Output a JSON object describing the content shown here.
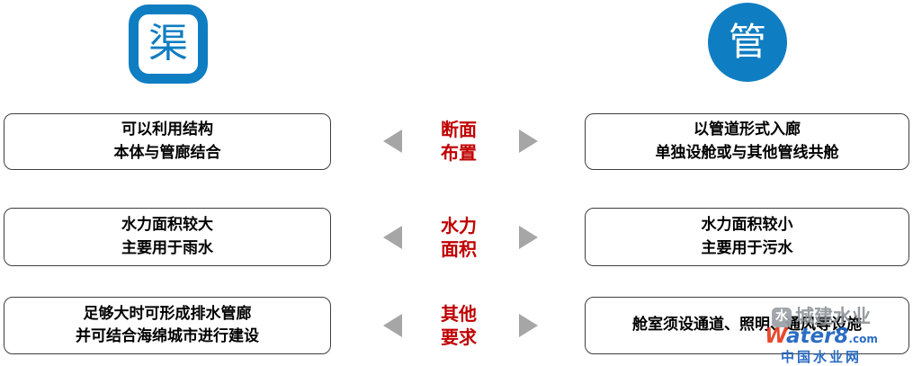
{
  "badges": {
    "channel": "渠",
    "pipe": "管"
  },
  "rows": [
    {
      "left_line1": "可以利用结构",
      "left_line2": "本体与管廊结合",
      "center_line1": "断面",
      "center_line2": "布置",
      "right_line1": "以管道形式入廊",
      "right_line2": "单独设舱或与其他管线共舱"
    },
    {
      "left_line1": "水力面积较大",
      "left_line2": "主要用于雨水",
      "center_line1": "水力",
      "center_line2": "面积",
      "right_line1": "水力面积较小",
      "right_line2": "主要用于污水"
    },
    {
      "left_line1": "足够大时可形成排水管廊",
      "left_line2": "并可结合海绵城市进行建设",
      "center_line1": "其他",
      "center_line2": "要求",
      "right_line1": "舱室须设通道、照明、通风等设施",
      "right_line2": ""
    }
  ],
  "watermark": {
    "logo_char": "水",
    "brand": "城建水业",
    "site_w": "W",
    "site_rest": "ater8",
    "site_tld": ".com",
    "site_cn": "中国水业网"
  },
  "colors": {
    "blue": "#0f7dc2",
    "red": "#c00000",
    "triangle_gray": "#a6a6a6"
  }
}
